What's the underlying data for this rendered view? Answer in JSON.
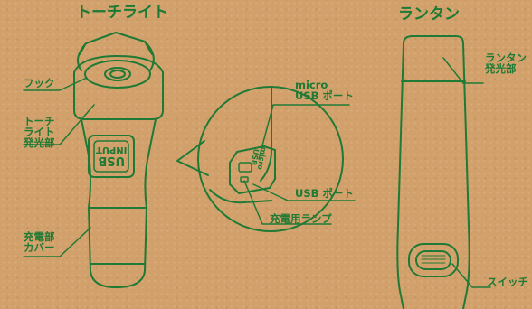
{
  "titles": {
    "torch": "トーチライト",
    "lantern": "ランタン"
  },
  "labels": {
    "hook": "フック",
    "torch_emitter": [
      "トーチ",
      "ライト",
      "発光部"
    ],
    "charge_cover": [
      "充電部",
      "カバー"
    ],
    "micro_usb": [
      "micro",
      "USB ポート"
    ],
    "usb_port": "USB ポート",
    "charge_lamp": "充電用ランプ",
    "lantern_emitter": [
      "ランタン",
      "発光部"
    ],
    "switch": "スイッチ",
    "usb_input_print": [
      "USB",
      "INPUT"
    ],
    "micro_usb_print": [
      "micro",
      "USB"
    ]
  },
  "colors": {
    "line": "#1f7a36",
    "background": "#d2a06a"
  }
}
